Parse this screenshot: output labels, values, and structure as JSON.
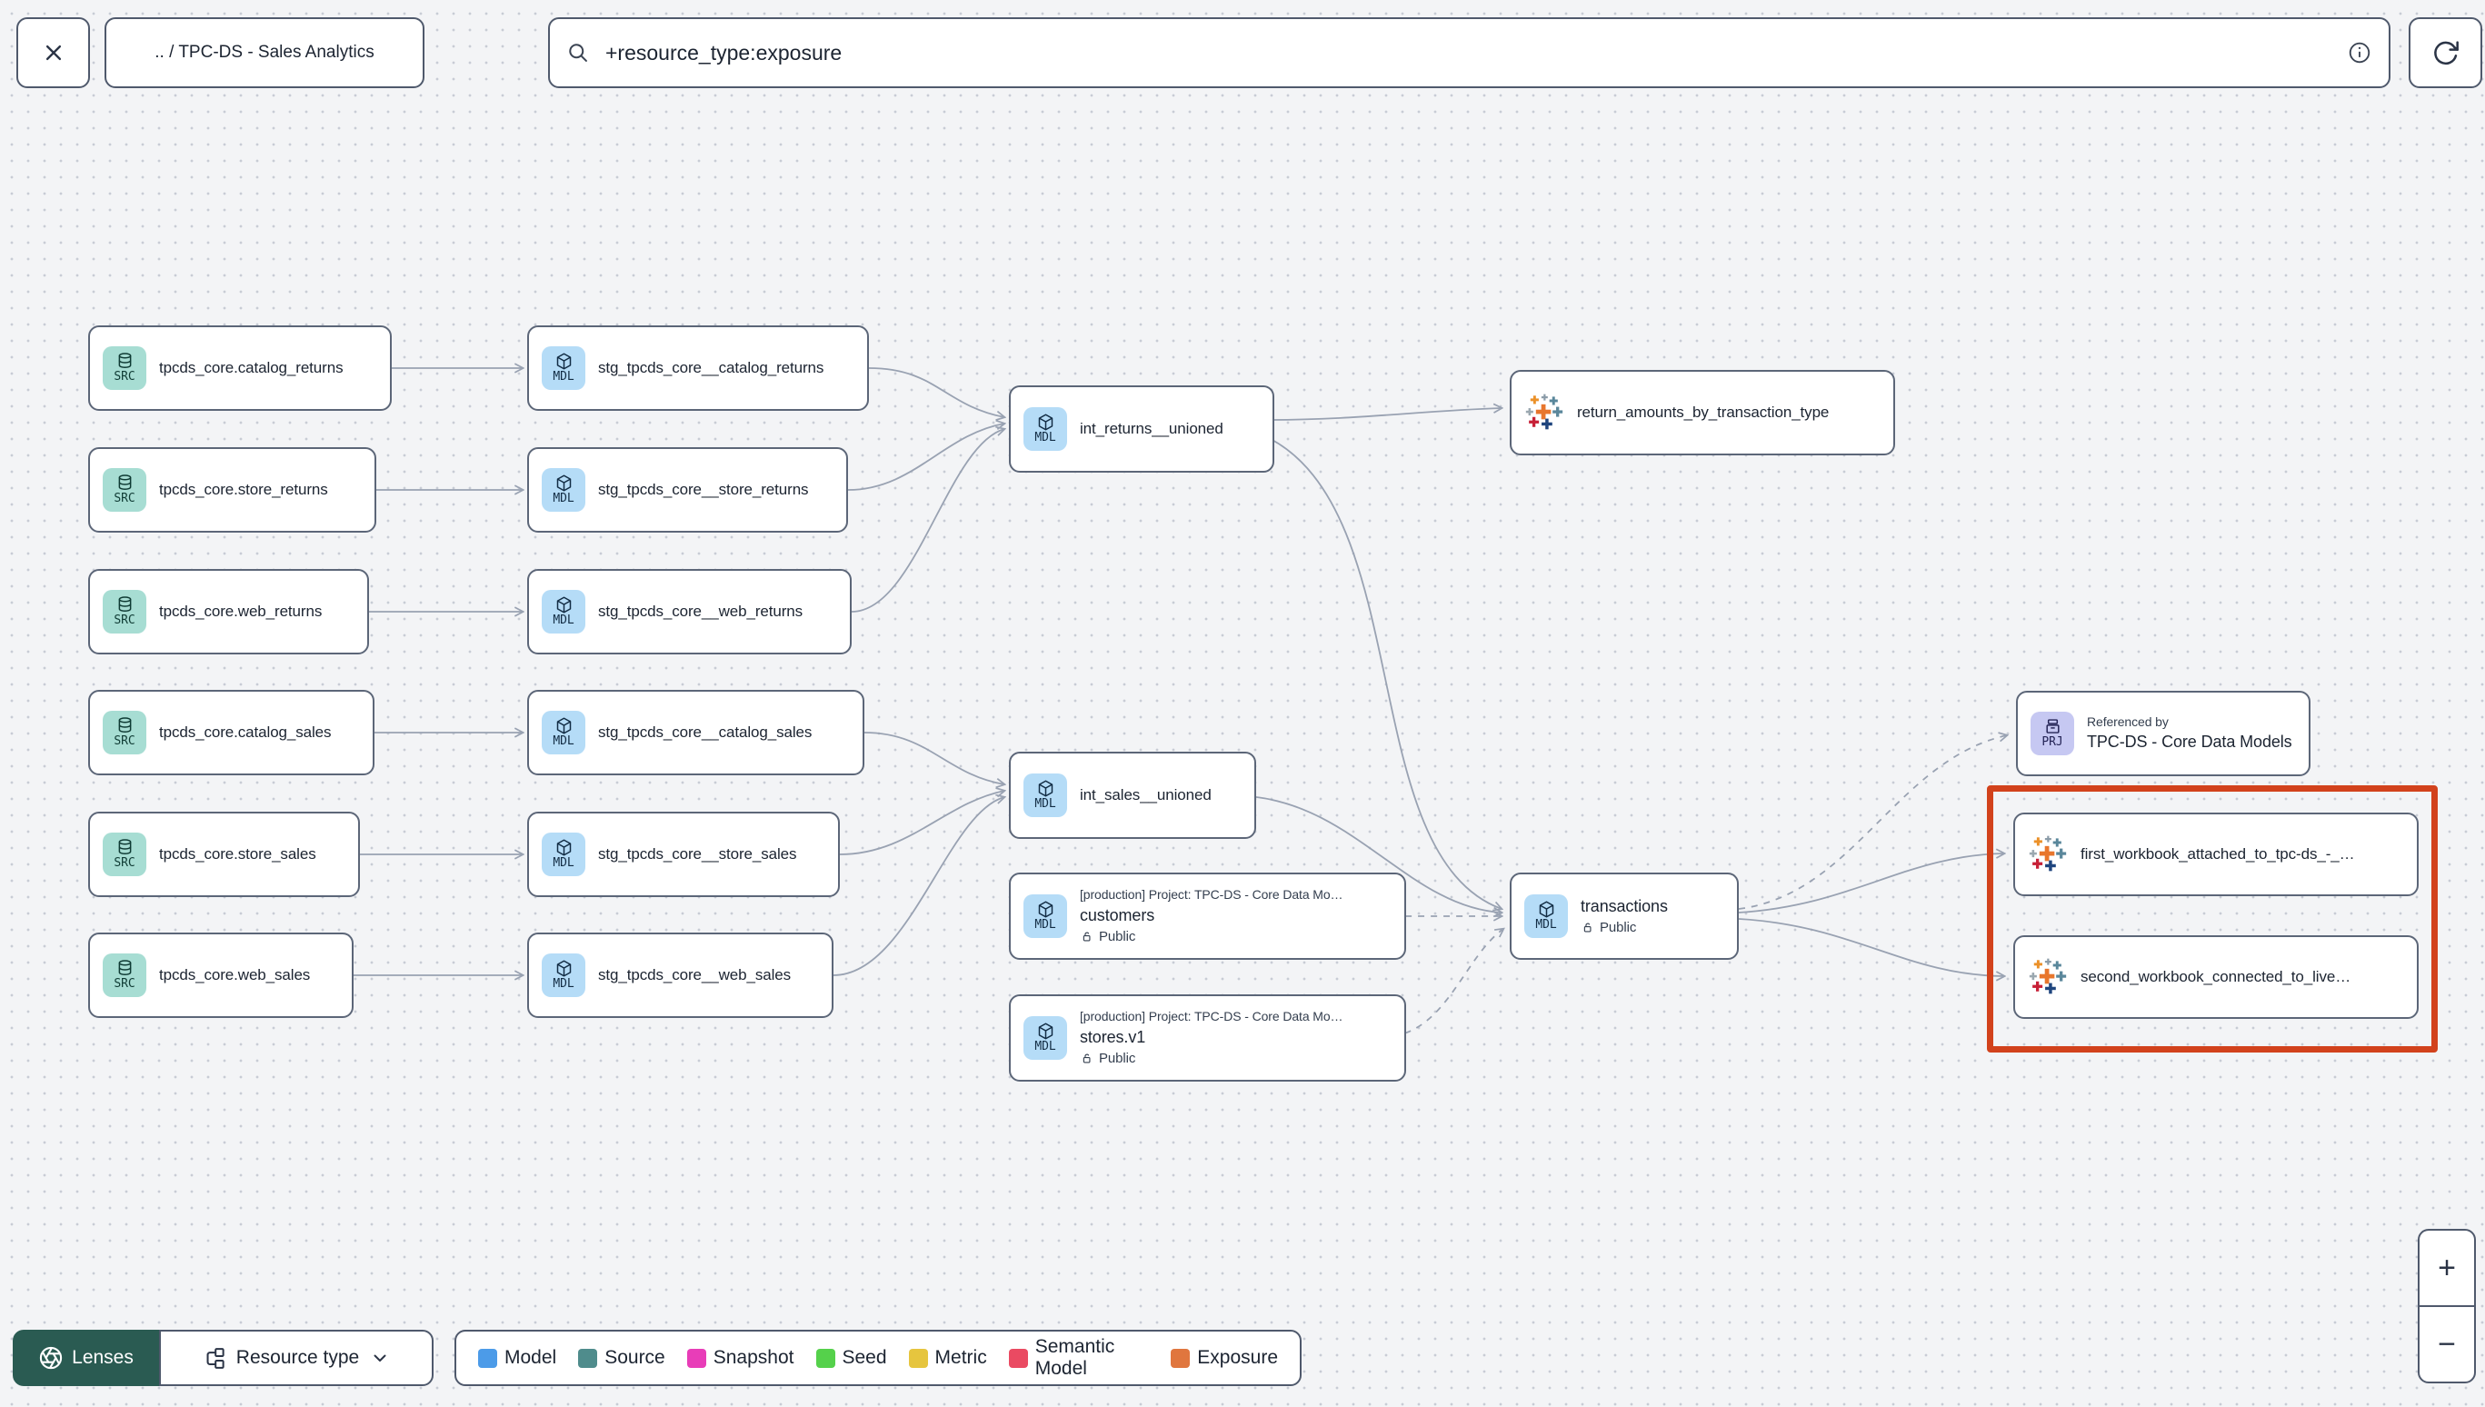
{
  "header": {
    "breadcrumb": ".. / TPC-DS - Sales Analytics",
    "search": {
      "value": "+resource_type:exposure"
    }
  },
  "graph": {
    "badges": {
      "src": "SRC",
      "mdl": "MDL",
      "prj": "PRJ"
    },
    "badge_colors": {
      "src": "#A7DDD3",
      "mdl": "#B5DCF7",
      "prj": "#C6C8F2"
    },
    "highlight_color": "#D2421C",
    "nodes": [
      {
        "type": "source",
        "label": "tpcds_core.catalog_returns"
      },
      {
        "type": "source",
        "label": "tpcds_core.store_returns"
      },
      {
        "type": "source",
        "label": "tpcds_core.web_returns"
      },
      {
        "type": "source",
        "label": "tpcds_core.catalog_sales"
      },
      {
        "type": "source",
        "label": "tpcds_core.store_sales"
      },
      {
        "type": "source",
        "label": "tpcds_core.web_sales"
      },
      {
        "type": "model",
        "label": "stg_tpcds_core__catalog_returns"
      },
      {
        "type": "model",
        "label": "stg_tpcds_core__store_returns"
      },
      {
        "type": "model",
        "label": "stg_tpcds_core__web_returns"
      },
      {
        "type": "model",
        "label": "stg_tpcds_core__catalog_sales"
      },
      {
        "type": "model",
        "label": "stg_tpcds_core__store_sales"
      },
      {
        "type": "model",
        "label": "stg_tpcds_core__web_sales"
      },
      {
        "type": "model",
        "label": "int_returns__unioned"
      },
      {
        "type": "model",
        "label": "int_sales__unioned"
      },
      {
        "type": "model",
        "context": "[production] Project: TPC-DS - Core Data Mo…",
        "label": "customers",
        "access": "Public"
      },
      {
        "type": "model",
        "context": "[production] Project: TPC-DS - Core Data Mo…",
        "label": "stores.v1",
        "access": "Public"
      },
      {
        "type": "exposure",
        "label": "return_amounts_by_transaction_type"
      },
      {
        "type": "model",
        "label": "transactions",
        "access": "Public"
      },
      {
        "type": "project",
        "title": "Referenced by",
        "label": "TPC-DS - Core Data Models"
      },
      {
        "type": "exposure",
        "label": "first_workbook_attached_to_tpc-ds_-_…"
      },
      {
        "type": "exposure",
        "label": "second_workbook_connected_to_live…"
      }
    ]
  },
  "footer": {
    "lenses_label": "Lenses",
    "resource_type_label": "Resource type",
    "legend": [
      {
        "label": "Model",
        "color": "#4C9BE8"
      },
      {
        "label": "Source",
        "color": "#4F8C8C"
      },
      {
        "label": "Snapshot",
        "color": "#E83DB8"
      },
      {
        "label": "Seed",
        "color": "#55D14B"
      },
      {
        "label": "Metric",
        "color": "#E6C53E"
      },
      {
        "label": "Semantic Model",
        "color": "#EA4A62"
      },
      {
        "label": "Exposure",
        "color": "#E0763E"
      }
    ]
  },
  "zoom_controls": {
    "zoom_in": "+",
    "zoom_out": "−"
  },
  "icons": {
    "close-icon": "✕",
    "search-icon": "⌕",
    "info-icon": "ⓘ",
    "refresh-icon": "⟳",
    "database-icon": "⛁",
    "cube-icon": "⬡",
    "project-icon": "🗄",
    "tableau-icon": "✛",
    "unlock-icon": "🔓",
    "lenses-icon": "◉",
    "resource-type-icon": "⊞",
    "chevron-down-icon": "⌄",
    "zoom-in-icon": "+",
    "zoom-out-icon": "−"
  }
}
